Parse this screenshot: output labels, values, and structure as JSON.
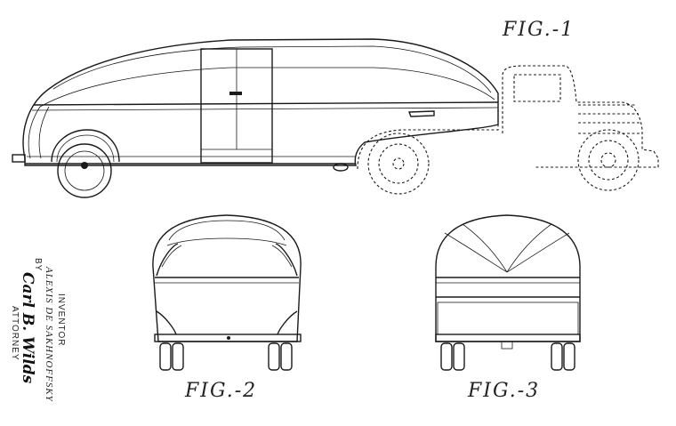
{
  "figures": {
    "fig1": "FIG.-1",
    "fig2": "FIG.-2",
    "fig3": "FIG.-3"
  },
  "inventor_block": {
    "label": "INVENTOR",
    "name": "ALEXIS DE SAKHNOFFSKY",
    "by": "BY",
    "signature": "Carl B. Wilds",
    "attorney": "ATTORNEY"
  }
}
